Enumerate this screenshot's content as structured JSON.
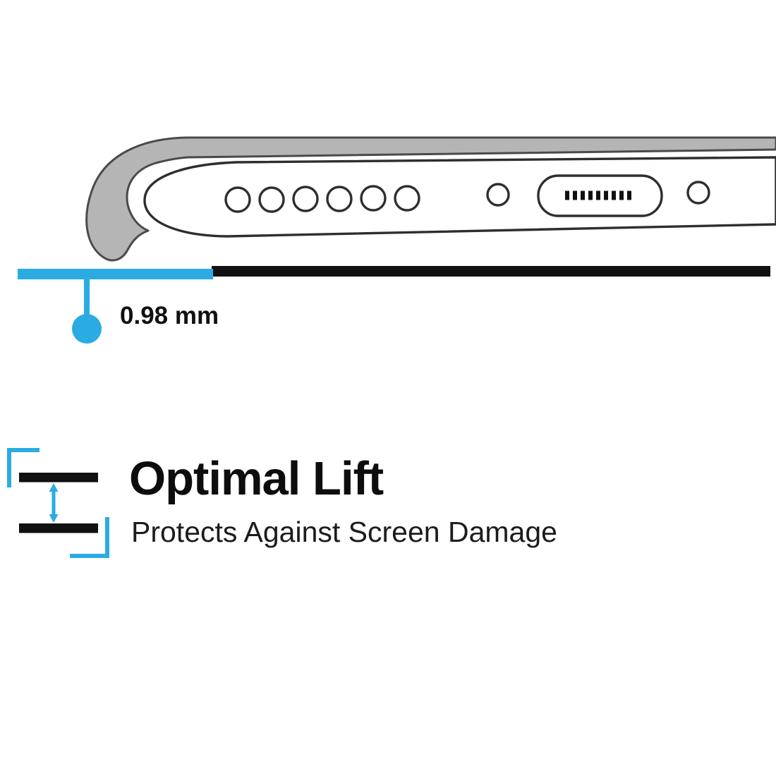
{
  "measurement": {
    "label": "0.98 mm"
  },
  "feature": {
    "title": "Optimal Lift",
    "subtitle": "Protects Against Screen Damage"
  },
  "colors": {
    "accent": "#2AACE3",
    "ink": "#111111",
    "case_gray": "#b5b5b5",
    "outline": "#4a4a4a"
  },
  "illustration": {
    "speaker_hole_count": 6
  }
}
